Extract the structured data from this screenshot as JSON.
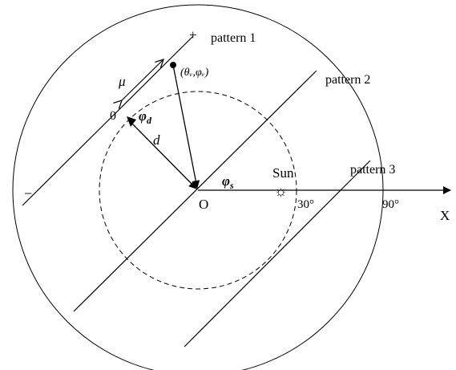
{
  "diagram": {
    "pattern_labels": [
      "pattern 1",
      "pattern 2",
      "pattern 3"
    ],
    "sign_plus": "+",
    "sign_minus": "−",
    "point_label": "(θᵥ,φᵥ)",
    "mu_label": "μ",
    "zero_label": "0",
    "phi_d_label": "φ",
    "phi_d_sub": "d",
    "d_label": "d",
    "phi_s_label": "φ",
    "phi_s_sub": "s",
    "origin_label": "O",
    "sun_label": "Sun",
    "angle_30": "30°",
    "angle_90": "90°",
    "axis_label": "X",
    "sun_symbol": "☼"
  }
}
